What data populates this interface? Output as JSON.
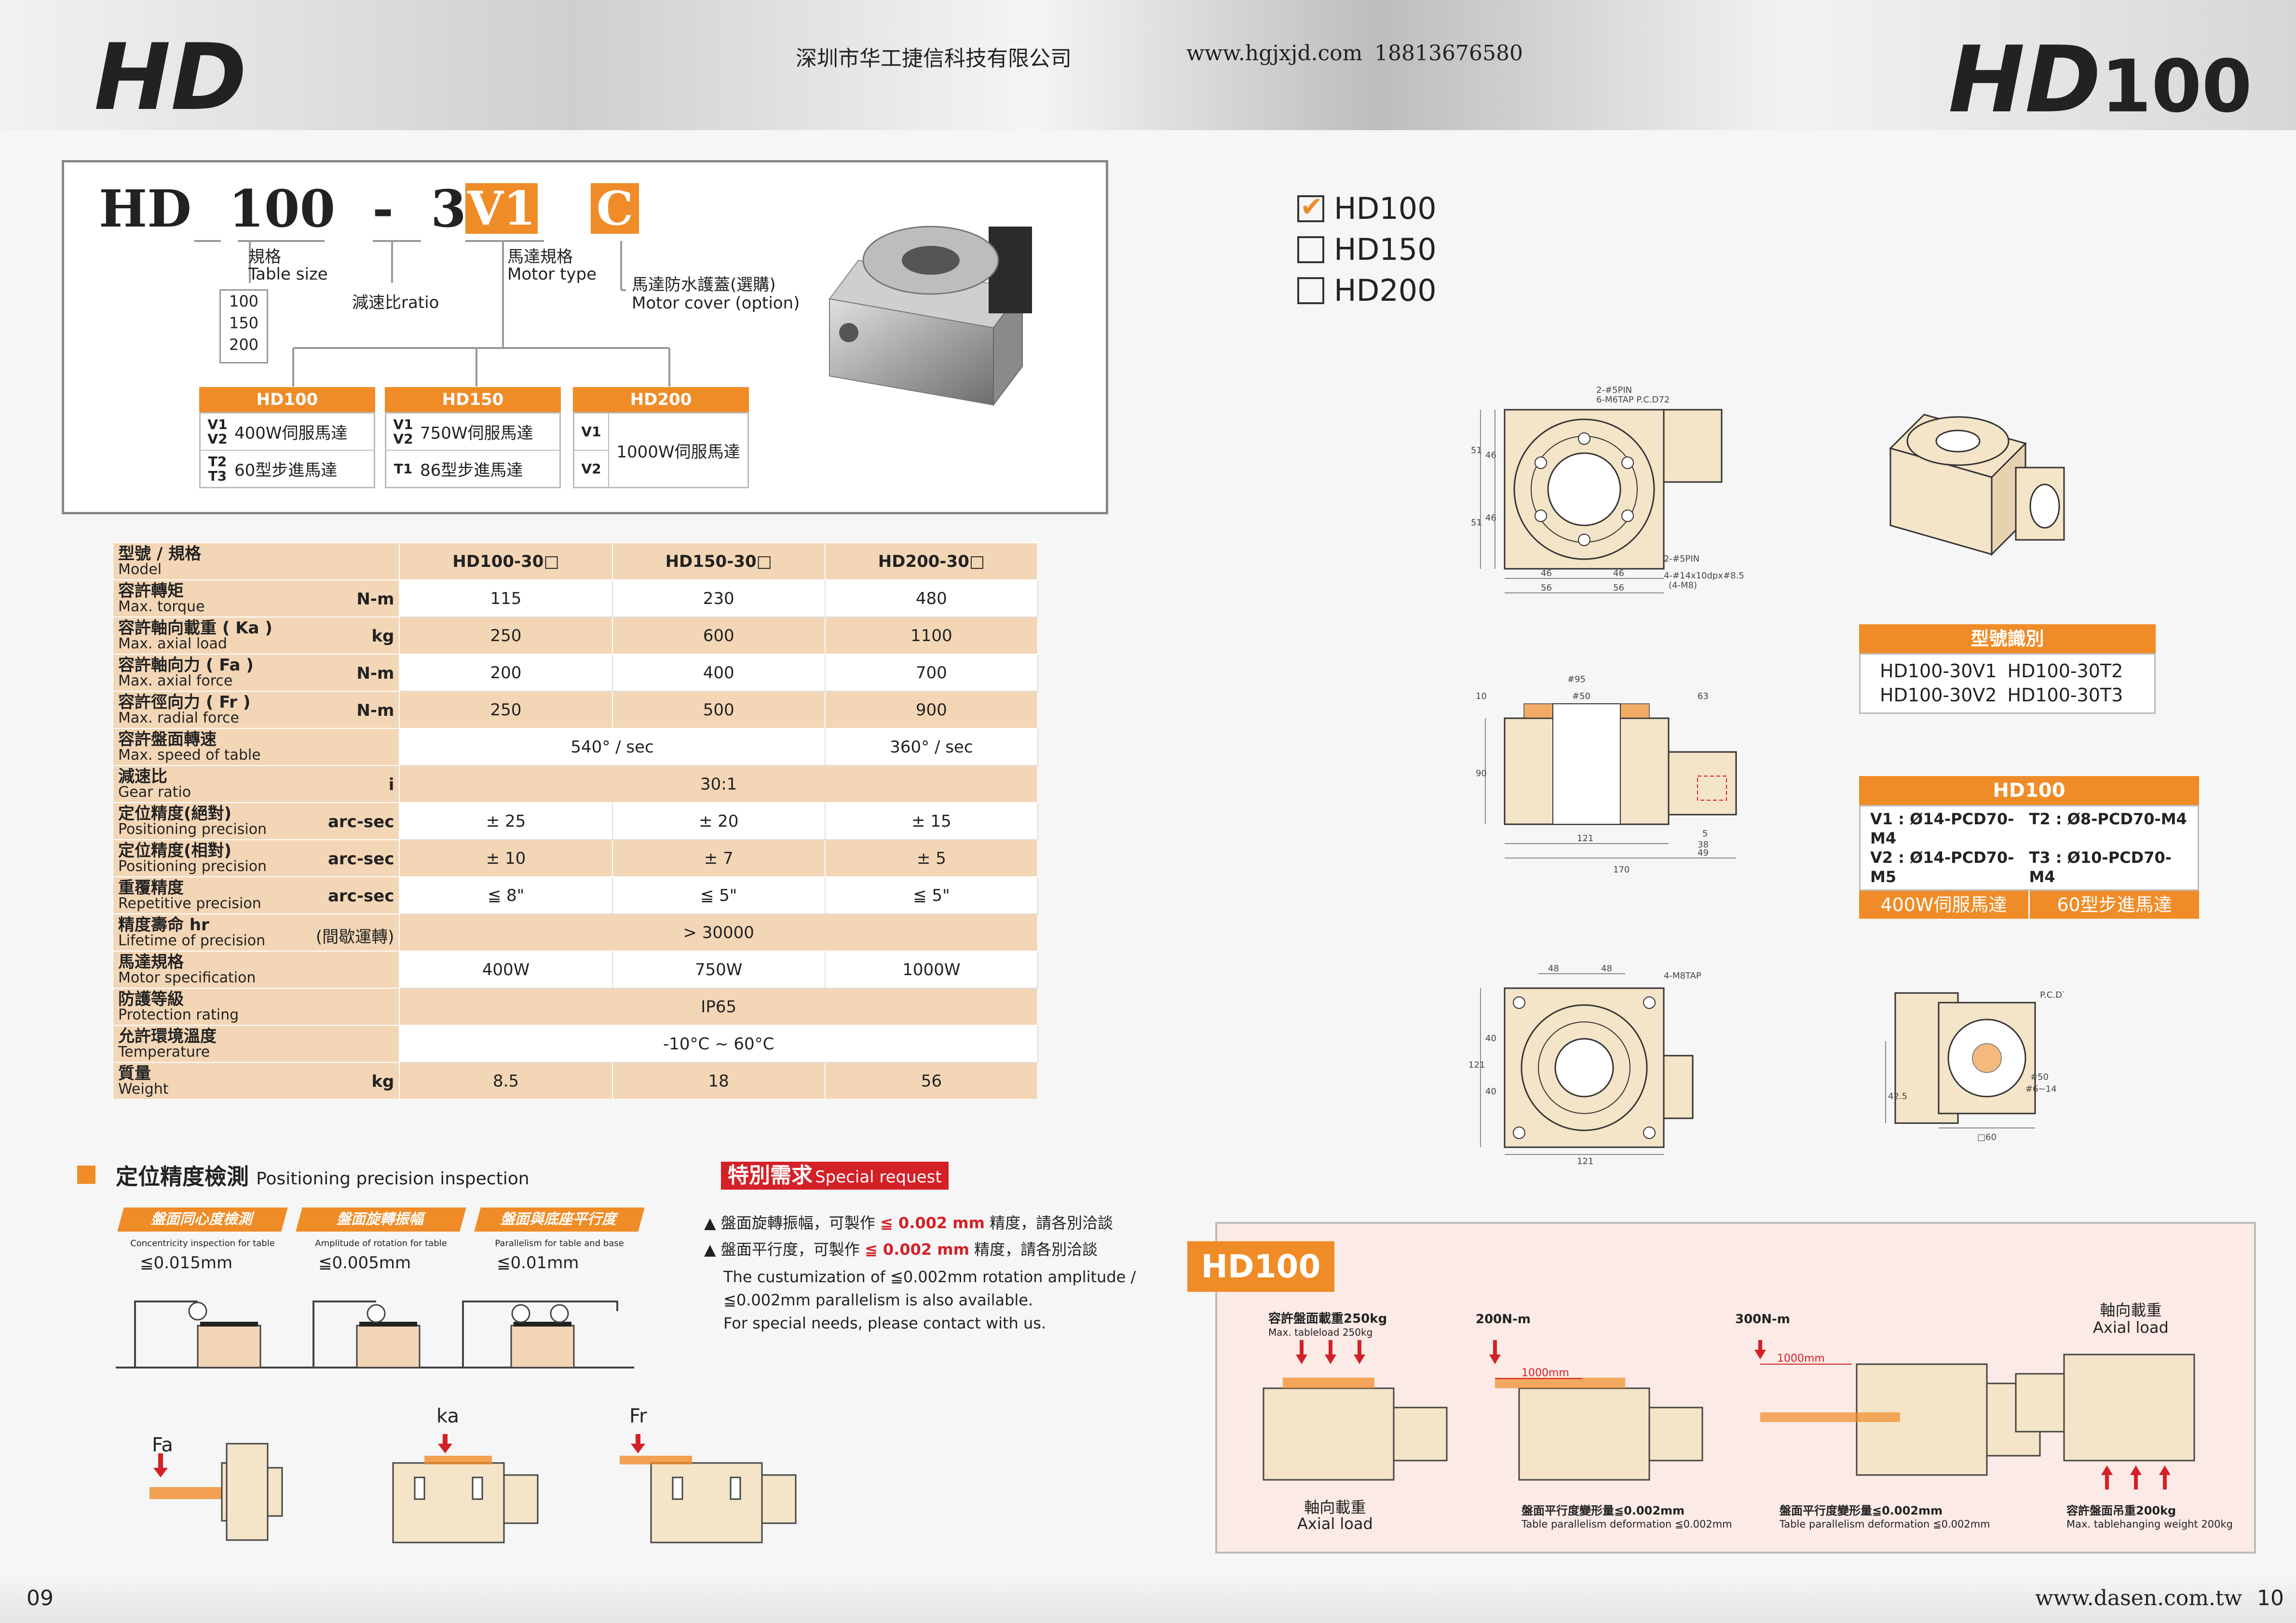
{
  "header": {
    "left_title": "HD",
    "company": "深圳市华工捷信科技有限公司",
    "website": "www.hgjxjd.com",
    "phone": "18813676580",
    "right_title_a": "HD",
    "right_title_b": "100"
  },
  "model_code": {
    "parts": [
      "HD",
      "100",
      "-",
      "30",
      "V1",
      "C"
    ],
    "size_label_zh": "規格",
    "size_label_en": "Table size",
    "sizes": [
      "100",
      "150",
      "200"
    ],
    "ratio_label": "減速比ratio",
    "motor_label_zh": "馬達規格",
    "motor_label_en": "Motor type",
    "cover_label_zh": "馬達防水護蓋(選購)",
    "cover_label_en": "Motor cover (option)",
    "boxes": [
      {
        "title": "HD100",
        "rows": [
          {
            "code": "V1\nV2",
            "desc": "400W伺服馬達"
          },
          {
            "code": "T2\nT3",
            "desc": "60型步進馬達"
          }
        ]
      },
      {
        "title": "HD150",
        "rows": [
          {
            "code": "V1\nV2",
            "desc": "750W伺服馬達"
          },
          {
            "code": "T1",
            "desc": "86型步進馬達"
          }
        ]
      },
      {
        "title": "HD200",
        "rows": [
          {
            "code": "V1",
            "desc": "1000W伺服馬達"
          },
          {
            "code": "V2",
            "desc": ""
          }
        ]
      }
    ]
  },
  "spec_table": {
    "head": {
      "zh": "型號 / 規格",
      "en": "Model",
      "cols": [
        "HD100-30□",
        "HD150-30□",
        "HD200-30□"
      ]
    },
    "rows": [
      {
        "zh": "容許轉矩",
        "en": "Max. torque",
        "unit": "N-m",
        "vals": [
          "115",
          "230",
          "480"
        ]
      },
      {
        "zh": "容許軸向載重 ( Ka )",
        "en": "Max. axial load",
        "unit": "kg",
        "vals": [
          "250",
          "600",
          "1100"
        ]
      },
      {
        "zh": "容許軸向力 ( Fa )",
        "en": "Max. axial force",
        "unit": "N-m",
        "vals": [
          "200",
          "400",
          "700"
        ]
      },
      {
        "zh": "容許徑向力 ( Fr )",
        "en": "Max. radial force",
        "unit": "N-m",
        "vals": [
          "250",
          "500",
          "900"
        ]
      },
      {
        "zh": "容許盤面轉速",
        "en": "Max. speed of table",
        "unit": "",
        "vals": [
          "540° / sec",
          "360° / sec"
        ]
      },
      {
        "zh": "減速比",
        "en": "Gear ratio",
        "unit": "i",
        "vals": [
          "30:1"
        ]
      },
      {
        "zh": "定位精度(絕對)",
        "en": "Positioning precision",
        "unit": "arc-sec",
        "vals": [
          "± 25",
          "± 20",
          "± 15"
        ]
      },
      {
        "zh": "定位精度(相對)",
        "en": "Positioning precision",
        "unit": "arc-sec",
        "vals": [
          "± 10",
          "± 7",
          "± 5"
        ]
      },
      {
        "zh": "重覆精度",
        "en": "Repetitive precision",
        "unit": "arc-sec",
        "vals": [
          "≦ 8\"",
          "≦ 5\"",
          "≦ 5\""
        ]
      },
      {
        "zh": "精度壽命 hr",
        "en": "Lifetime of precision",
        "unit": "(間歇運轉)",
        "vals": [
          "> 30000"
        ]
      },
      {
        "zh": "馬達規格",
        "en": "Motor specification",
        "unit": "",
        "vals": [
          "400W",
          "750W",
          "1000W"
        ]
      },
      {
        "zh": "防護等級",
        "en": "Protection rating",
        "unit": "",
        "vals": [
          "IP65"
        ]
      },
      {
        "zh": "允許環境溫度",
        "en": "Temperature",
        "unit": "",
        "vals": [
          "-10°C ~ 60°C"
        ]
      },
      {
        "zh": "質量",
        "en": "Weight",
        "unit": "kg",
        "vals": [
          "8.5",
          "18",
          "56"
        ]
      }
    ]
  },
  "inspection": {
    "title_zh": "定位精度檢測",
    "title_en": "Positioning precision inspection",
    "items": [
      {
        "zh": "盤面同心度檢測",
        "en": "Concentricity inspection for table",
        "val": "≦0.015mm"
      },
      {
        "zh": "盤面旋轉振幅",
        "en": "Amplitude of rotation for table",
        "val": "≦0.005mm"
      },
      {
        "zh": "盤面與底座平行度",
        "en": "Parallelism for table and base",
        "val": "≦0.01mm"
      }
    ],
    "force_labels": [
      "Fa",
      "ka",
      "Fr"
    ]
  },
  "special": {
    "title_zh": "特別需求",
    "title_en": "Special request",
    "line1_pre": "▲ 盤面旋轉振幅，可製作",
    "line1_val": "≦ 0.002 mm",
    "line1_post": "精度，請各別洽談",
    "line2_pre": "▲ 盤面平行度，可製作",
    "line2_val": "≦ 0.002 mm",
    "line2_post": "精度，請各別洽談",
    "en1": "The custumization of ≦0.002mm rotation amplitude /",
    "en2": "≦0.002mm parallelism is also available.",
    "en3": "For special needs, please contact with us."
  },
  "model_select": [
    "HD100",
    "HD150",
    "HD200"
  ],
  "model_id": {
    "title": "型號識別",
    "codes": [
      "HD100-30V1",
      "HD100-30T2",
      "HD100-30V2",
      "HD100-30T3"
    ]
  },
  "motor_box": {
    "title": "HD100",
    "v1": "V1 : Ø14-PCD70-M4",
    "v2": "V2 : Ø14-PCD70-M5",
    "t2": "T2 : Ø8-PCD70-M4",
    "t3": "T3 : Ø10-PCD70-M4",
    "foot_left": "400W伺服馬達",
    "foot_right": "60型步進馬達"
  },
  "drawings": {
    "top": [
      "2-#5PIN",
      "6-M6TAP  P.C.D72",
      "51",
      "46",
      "51",
      "46",
      "46",
      "46",
      "56",
      "56",
      "2-#5PIN",
      "4-#14x10dpx#8.5",
      "(4-M8)"
    ],
    "side": [
      "#95",
      "#50",
      "10",
      "63",
      "90",
      "5",
      "38",
      "121",
      "49",
      "170"
    ],
    "bottom": [
      "48",
      "48",
      "4-M8TAP",
      "40",
      "121",
      "40",
      "121"
    ],
    "flange": [
      "P.C.D70",
      "#50",
      "#6~14",
      "42.5",
      "□60"
    ]
  },
  "loads": {
    "title": "HD100",
    "items": [
      {
        "zh": "容許盤面載重250kg",
        "en": "Max. tableload 250kg",
        "foot_zh": "軸向載重",
        "foot_en": "Axial load"
      },
      {
        "zh": "200N-m",
        "en": "",
        "dim": "1000mm",
        "foot_zh": "盤面平行度變形量≦0.002mm",
        "foot_en": "Table parallelism deformation ≦0.002mm"
      },
      {
        "zh": "300N-m",
        "en": "",
        "dim": "1000mm",
        "foot_zh": "盤面平行度變形量≦0.002mm",
        "foot_en": "Table parallelism deformation ≦0.002mm"
      },
      {
        "zh": "軸向載重",
        "en": "Axial load",
        "foot_zh": "容許盤面吊重200kg",
        "foot_en": "Max. tablehanging weight 200kg"
      }
    ]
  },
  "footer": {
    "page_left": "09",
    "page_right": "10",
    "site": "www.dasen.com.tw"
  },
  "colors": {
    "accent": "#f08c28",
    "red": "#d42027",
    "beige": "#f3d6b6",
    "drawing_fill": "#f4e4c8"
  }
}
